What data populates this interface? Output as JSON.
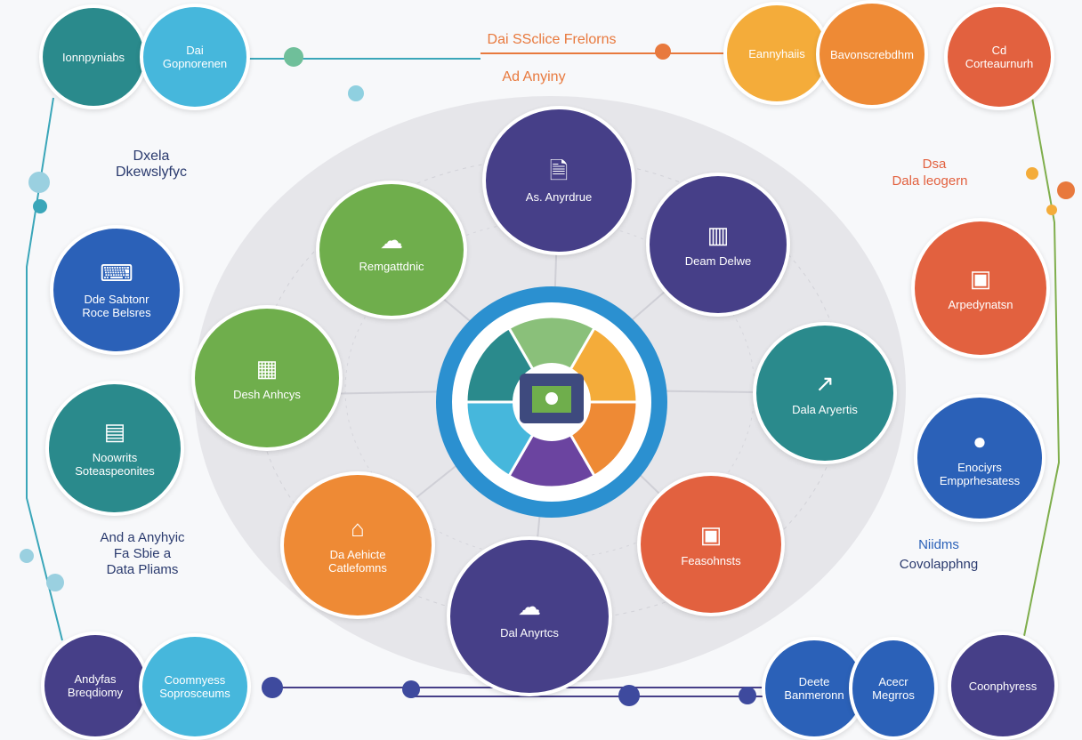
{
  "colors": {
    "dark_teal": "#2a8a8c",
    "light_blue": "#46b7dc",
    "yellow": "#f4ac3a",
    "orange": "#ee8a35",
    "red_orange": "#e2613f",
    "indigo": "#463f88",
    "navy_blue": "#3e4a9e",
    "green": "#6fae4c",
    "royal_blue": "#2b61b8",
    "teal": "#2a8a8c",
    "line_gray": "#d0d0d6",
    "accent_orange": "#e8793d"
  },
  "header": {
    "title": "Dai SSclice Frelorns",
    "subtitle": "Ad Anyiny"
  },
  "side_labels": {
    "left_top": "Dxela\nDkewslyfyc",
    "left_bottom": "And a Anyhyic\nFa Sbie a\nData Pliams",
    "right_top_line1": "Dsa",
    "right_top_line2": "Dala leogern",
    "right_bottom_line1": "Niidms",
    "right_bottom_line2": "Covolapphng"
  },
  "top_nodes": [
    {
      "label": "Ionnpyniabs",
      "color": "#2a8a8c"
    },
    {
      "label": "Dai\nGopnorenen",
      "color": "#46b7dc"
    },
    {
      "label": "Eannyhaiis",
      "color": "#f4ac3a"
    },
    {
      "label": "Bavonscrebdhm",
      "color": "#ee8a35"
    },
    {
      "label": "Cd\nCorteaurnurh",
      "color": "#e2613f"
    }
  ],
  "bottom_nodes": [
    {
      "label": "Andyfas\nBreqdiomy",
      "color": "#463f88"
    },
    {
      "label": "Coomnyess\nSoprosceums",
      "color": "#46b7dc"
    },
    {
      "label": "Deete\nBanmeronn",
      "color": "#2b61b8"
    },
    {
      "label": "Acecr\nMegrros",
      "color": "#2b61b8"
    },
    {
      "label": "Coonphyress",
      "color": "#463f88"
    }
  ],
  "side_nodes": [
    {
      "label": "Dde Sabtonr\nRoce Belsres",
      "icon": "keyboard-icon",
      "color": "#2b61b8"
    },
    {
      "label": "Noowrits\nSoteaspeonites",
      "icon": "monitor-icon",
      "color": "#2a8a8c"
    },
    {
      "label": "Arpedynatsn",
      "icon": "image-icon",
      "color": "#e2613f"
    },
    {
      "label": "Enociyrs\nEmpprhesatess",
      "icon": "pin-icon",
      "color": "#2b61b8"
    }
  ],
  "ring_nodes": [
    {
      "label": "As. Anyrdrue",
      "icon": "documents-icon",
      "color": "#463f88"
    },
    {
      "label": "Deam Delwe",
      "icon": "server-icon",
      "color": "#463f88"
    },
    {
      "label": "Dala Aryertis",
      "icon": "chart-icon",
      "color": "#2a8a8c"
    },
    {
      "label": "Feasohnsts",
      "icon": "camera-icon",
      "color": "#e2613f"
    },
    {
      "label": "Dal Anyrtcs",
      "icon": "cloud-graph-icon",
      "color": "#463f88"
    },
    {
      "label": "Da Aehicte\nCatlefomns",
      "icon": "building-icon",
      "color": "#ee8a35"
    },
    {
      "label": "Desh Anhcys",
      "icon": "table-icon",
      "color": "#6fae4c"
    },
    {
      "label": "Remgattdnic",
      "icon": "cloud-icon",
      "color": "#6fae4c"
    }
  ],
  "hub": {
    "icon": "user-screen-icon",
    "segments": [
      {
        "color": "#8ac07a"
      },
      {
        "color": "#f4ac3a"
      },
      {
        "color": "#ee8a35"
      },
      {
        "color": "#6b44a0"
      },
      {
        "color": "#46b7dc"
      },
      {
        "color": "#2a8a8c"
      }
    ],
    "ring_color": "#2b90d0"
  }
}
